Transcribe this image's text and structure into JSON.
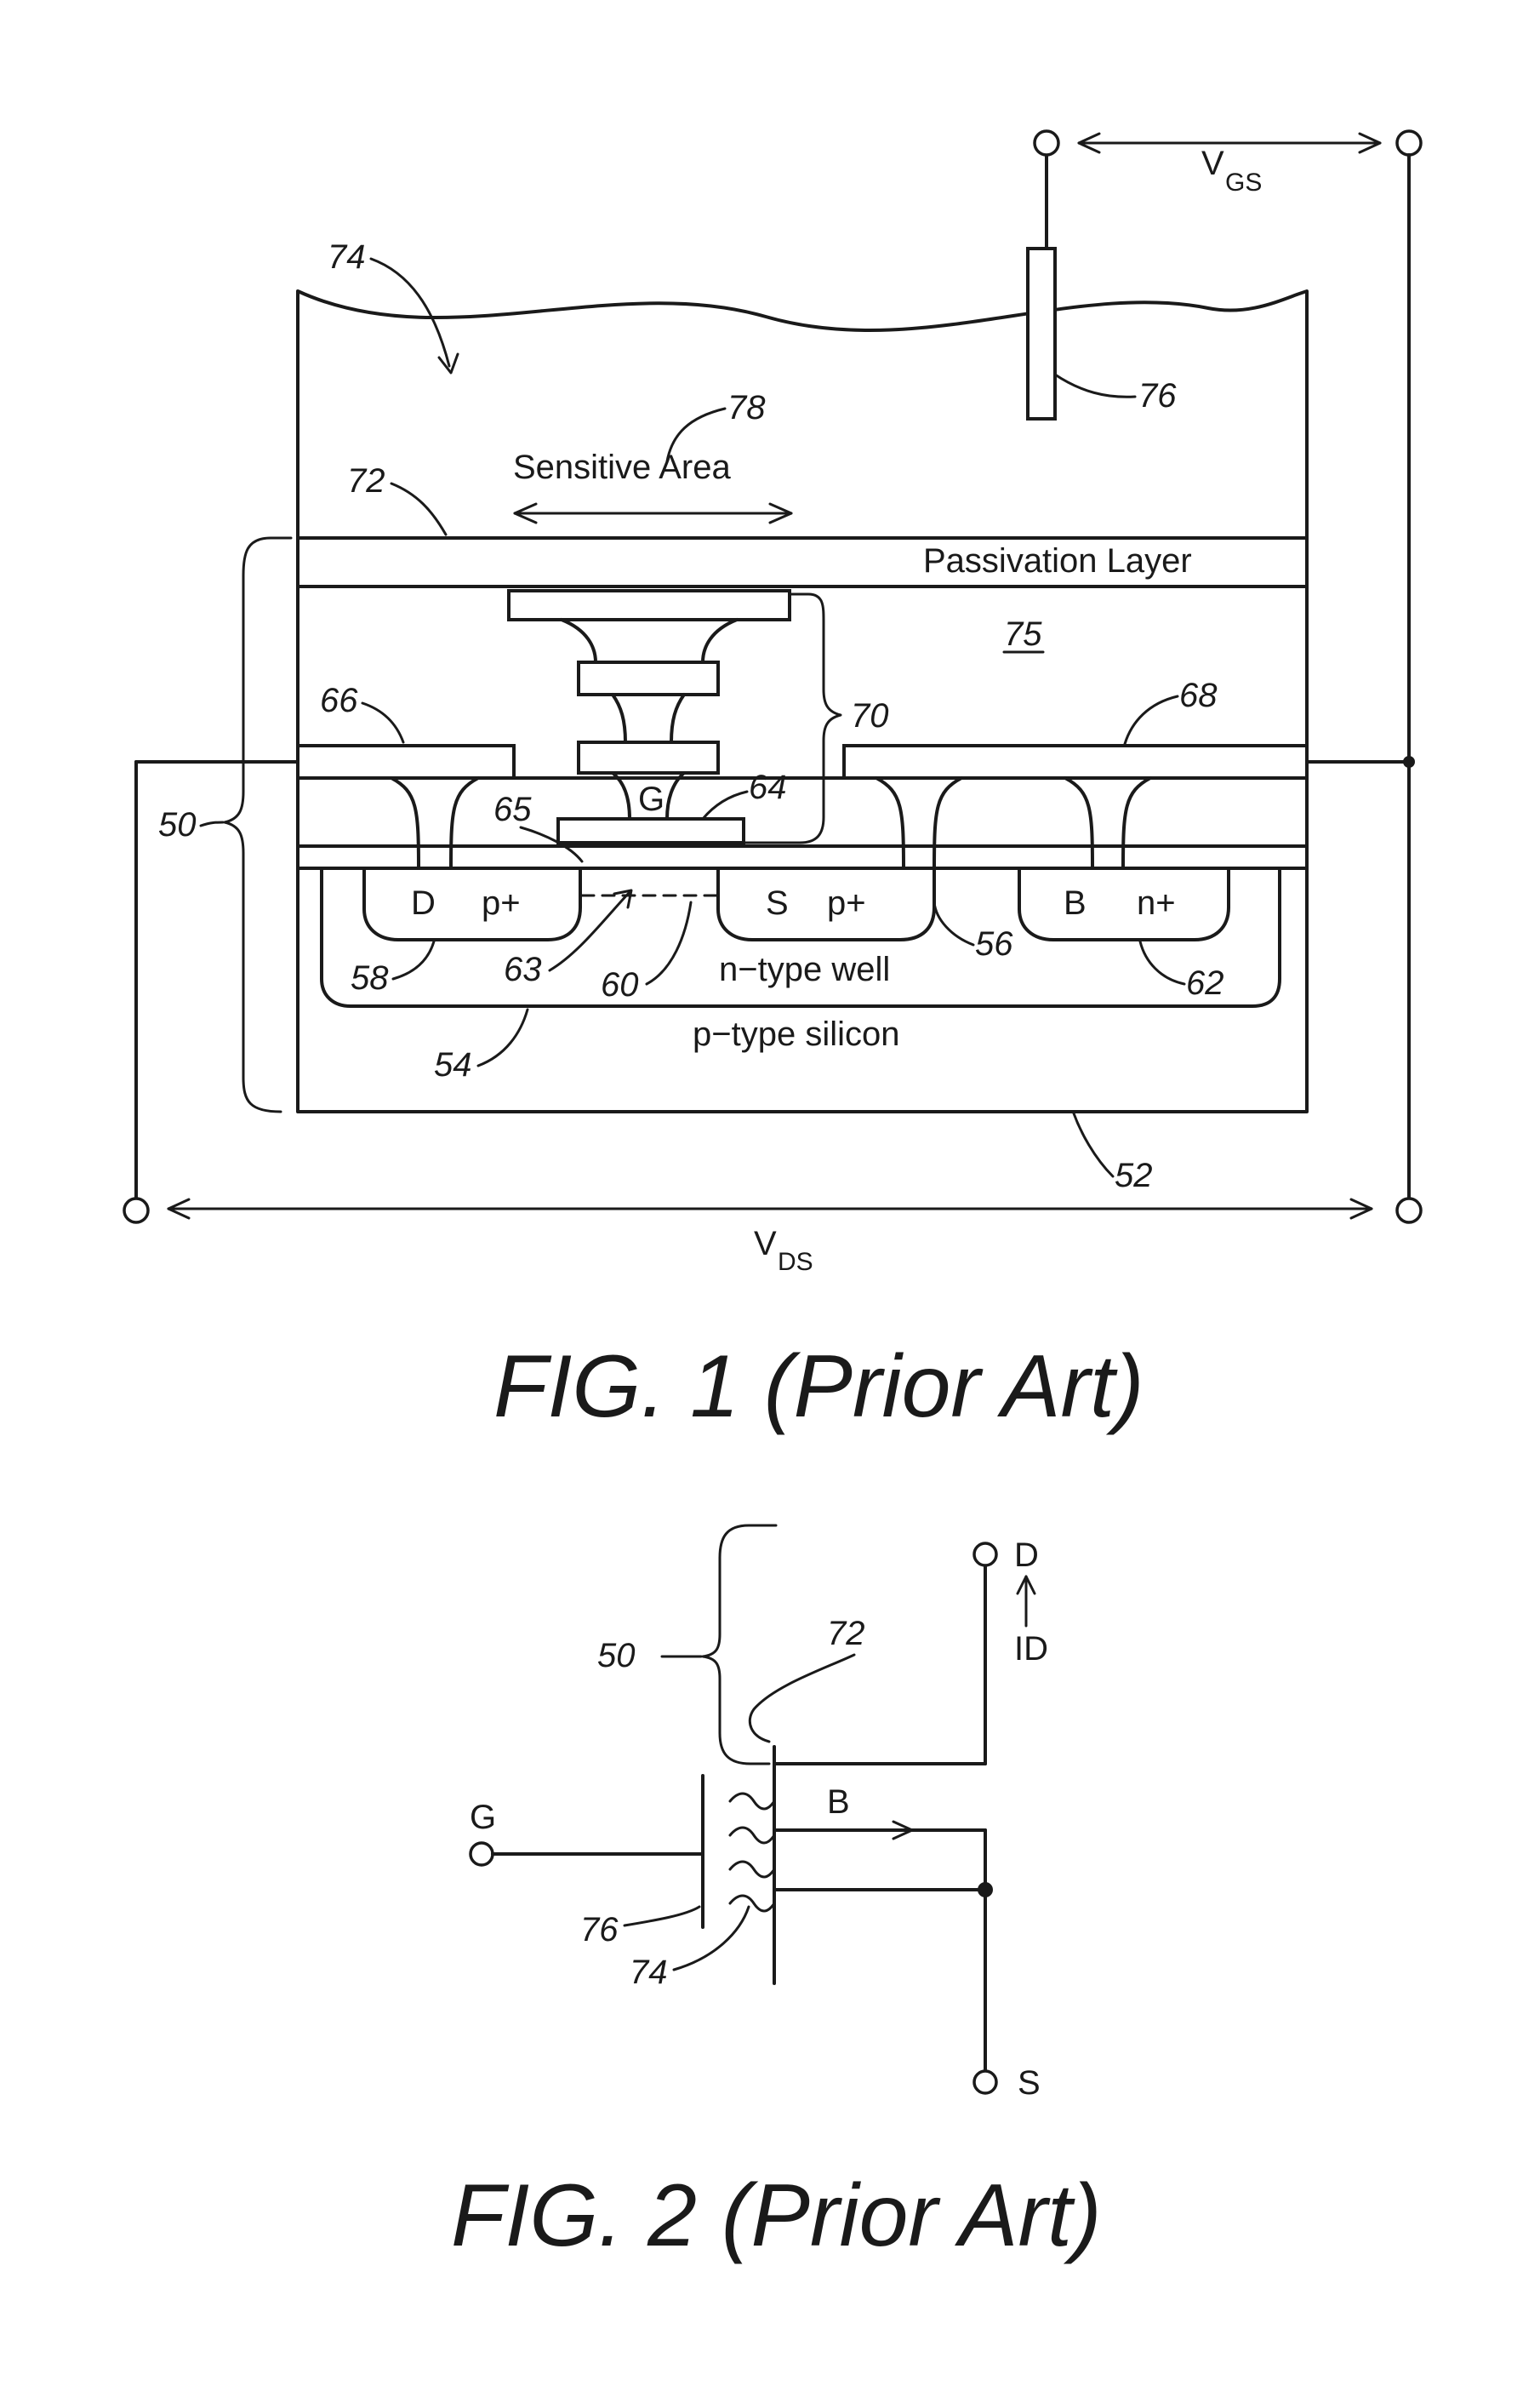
{
  "fig1": {
    "caption": "FIG. 1 (Prior Art)",
    "layers": {
      "passivation": "Passivation Layer",
      "sensitive_area": "Sensitive Area",
      "n_well": "n−type well",
      "p_silicon": "p−type silicon"
    },
    "regions": {
      "drain": "D",
      "drain_dope": "p+",
      "source": "S",
      "source_dope": "p+",
      "bulk": "B",
      "bulk_dope": "n+",
      "gate": "G"
    },
    "voltages": {
      "vgs_main": "V",
      "vgs_sub": "GS",
      "vds_main": "V",
      "vds_sub": "DS"
    },
    "refs": {
      "r74": "74",
      "r76": "76",
      "r78": "78",
      "r72": "72",
      "r75": "75",
      "r66": "66",
      "r70": "70",
      "r68": "68",
      "r65": "65",
      "r64": "64",
      "r50": "50",
      "r58": "58",
      "r63": "63",
      "r60": "60",
      "r56": "56",
      "r62": "62",
      "r54": "54",
      "r52": "52"
    }
  },
  "fig2": {
    "caption": "FIG. 2 (Prior Art)",
    "terminals": {
      "gate": "G",
      "drain": "D",
      "source": "S",
      "bulk": "B",
      "current": "ID"
    },
    "refs": {
      "r50": "50",
      "r72": "72",
      "r76": "76",
      "r74": "74"
    }
  }
}
